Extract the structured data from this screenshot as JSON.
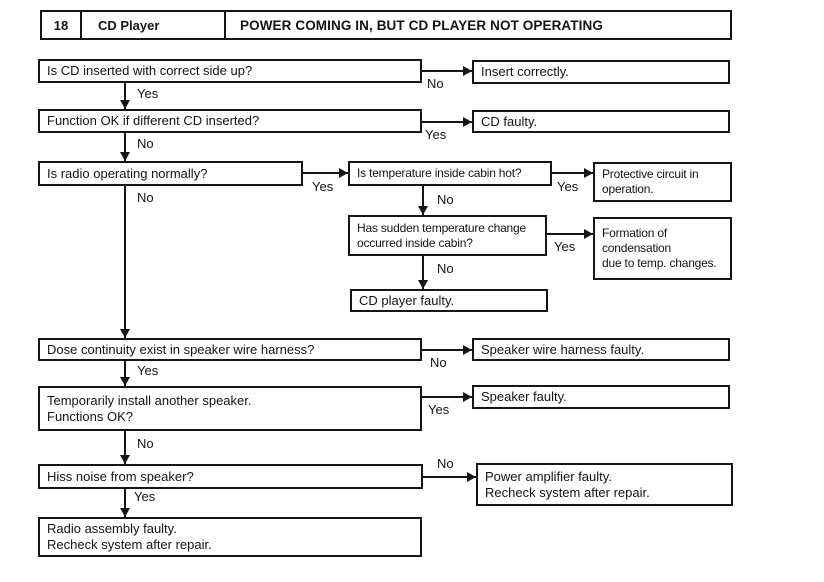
{
  "header": {
    "number": "18",
    "system": "CD Player",
    "title": "POWER COMING IN, BUT CD PLAYER NOT OPERATING"
  },
  "labels": {
    "yes": "Yes",
    "no": "No"
  },
  "nodes": {
    "q_cd_side": "Is CD inserted with correct side up?",
    "a_insert_correctly": "Insert correctly.",
    "q_different_cd": "Function OK if different CD inserted?",
    "a_cd_faulty": "CD faulty.",
    "q_radio_normal": "Is radio operating normally?",
    "q_cabin_hot": "Is temperature inside cabin hot?",
    "a_protective_circuit": "Protective circuit in\noperation.",
    "q_sudden_temp": "Has sudden temperature change\noccurred inside cabin?",
    "a_condensation": "Formation of\ncondensation\ndue to temp. changes.",
    "a_cd_player_faulty": "CD player faulty.",
    "q_continuity": "Dose continuity exist in speaker wire harness?",
    "a_harness_faulty": "Speaker wire harness faulty.",
    "q_install_speaker": "Temporarily install another speaker.\nFunctions OK?",
    "a_speaker_faulty": "Speaker faulty.",
    "q_hiss": "Hiss noise from speaker?",
    "a_power_amp": "Power amplifier faulty.\nRecheck system after repair.",
    "a_radio_assembly": "Radio assembly faulty.\nRecheck system after repair."
  }
}
